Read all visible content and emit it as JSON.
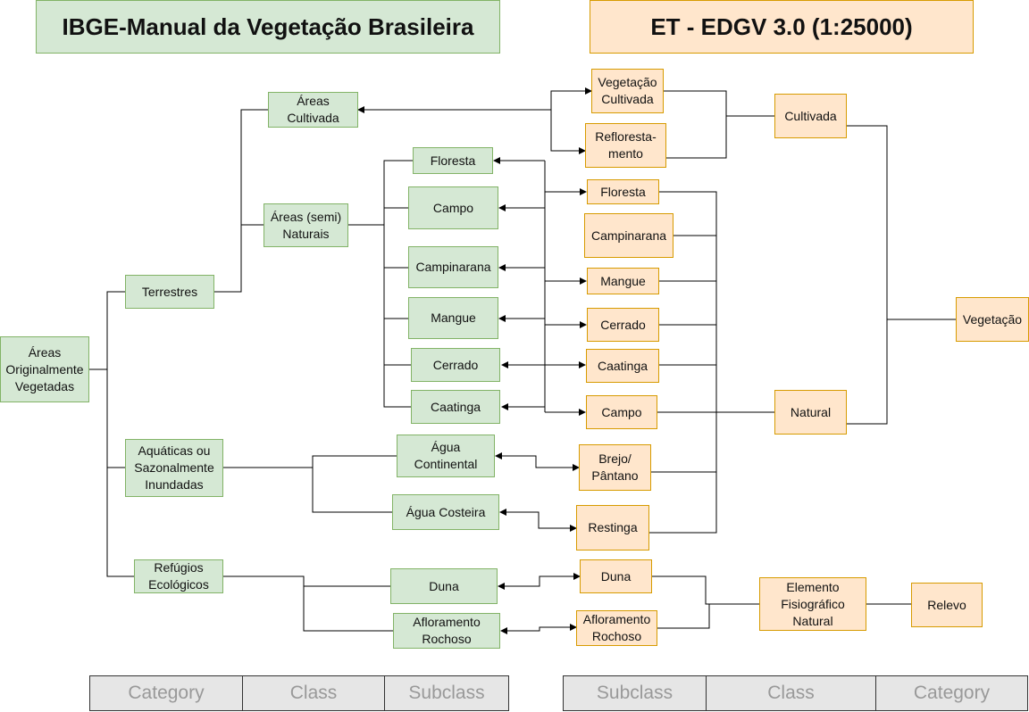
{
  "header": {
    "left_title": "IBGE-Manual da Vegetação Brasileira",
    "right_title": "ET - EDGV 3.0 (1:25000)"
  },
  "ibge": {
    "root": "Áreas\nOriginalmente\nVegetadas",
    "terrestres": "Terrestres",
    "aquaticas": "Aquáticas ou\nSazonalmente\nInundadas",
    "refugios": "Refúgios\nEcológicos",
    "areas_cultivada": "Áreas\nCultivada",
    "areas_naturais": "Áreas (semi)\nNaturais",
    "floresta": "Floresta",
    "campo": "Campo",
    "campinarana": "Campinarana",
    "mangue": "Mangue",
    "cerrado": "Cerrado",
    "caatinga": "Caatinga",
    "agua_continental": "Água\nContinental",
    "agua_costeira": "Água Costeira",
    "duna": "Duna",
    "afloramento": "Afloramento\nRochoso"
  },
  "edgv": {
    "vegetacao_cultivada": "Vegetação\nCultivada",
    "reflorestamento": "Refloresta-\nmento",
    "floresta": "Floresta",
    "campinarana": "Campinarana",
    "mangue": "Mangue",
    "cerrado": "Cerrado",
    "caatinga": "Caatinga",
    "campo": "Campo",
    "brejo": "Brejo/\nPântano",
    "restinga": "Restinga",
    "duna": "Duna",
    "afloramento": "Afloramento\nRochoso",
    "cultivada": "Cultivada",
    "natural": "Natural",
    "vegetacao": "Vegetação",
    "elemento": "Elemento\nFisiográfico\nNatural",
    "relevo": "Relevo"
  },
  "legend_left": [
    "Category",
    "Class",
    "Subclass"
  ],
  "legend_right": [
    "Subclass",
    "Class",
    "Category"
  ],
  "colors": {
    "ibge_fill": "#d5e8d4",
    "ibge_border": "#82b366",
    "edgv_fill": "#ffe6cc",
    "edgv_border": "#d79b00"
  }
}
